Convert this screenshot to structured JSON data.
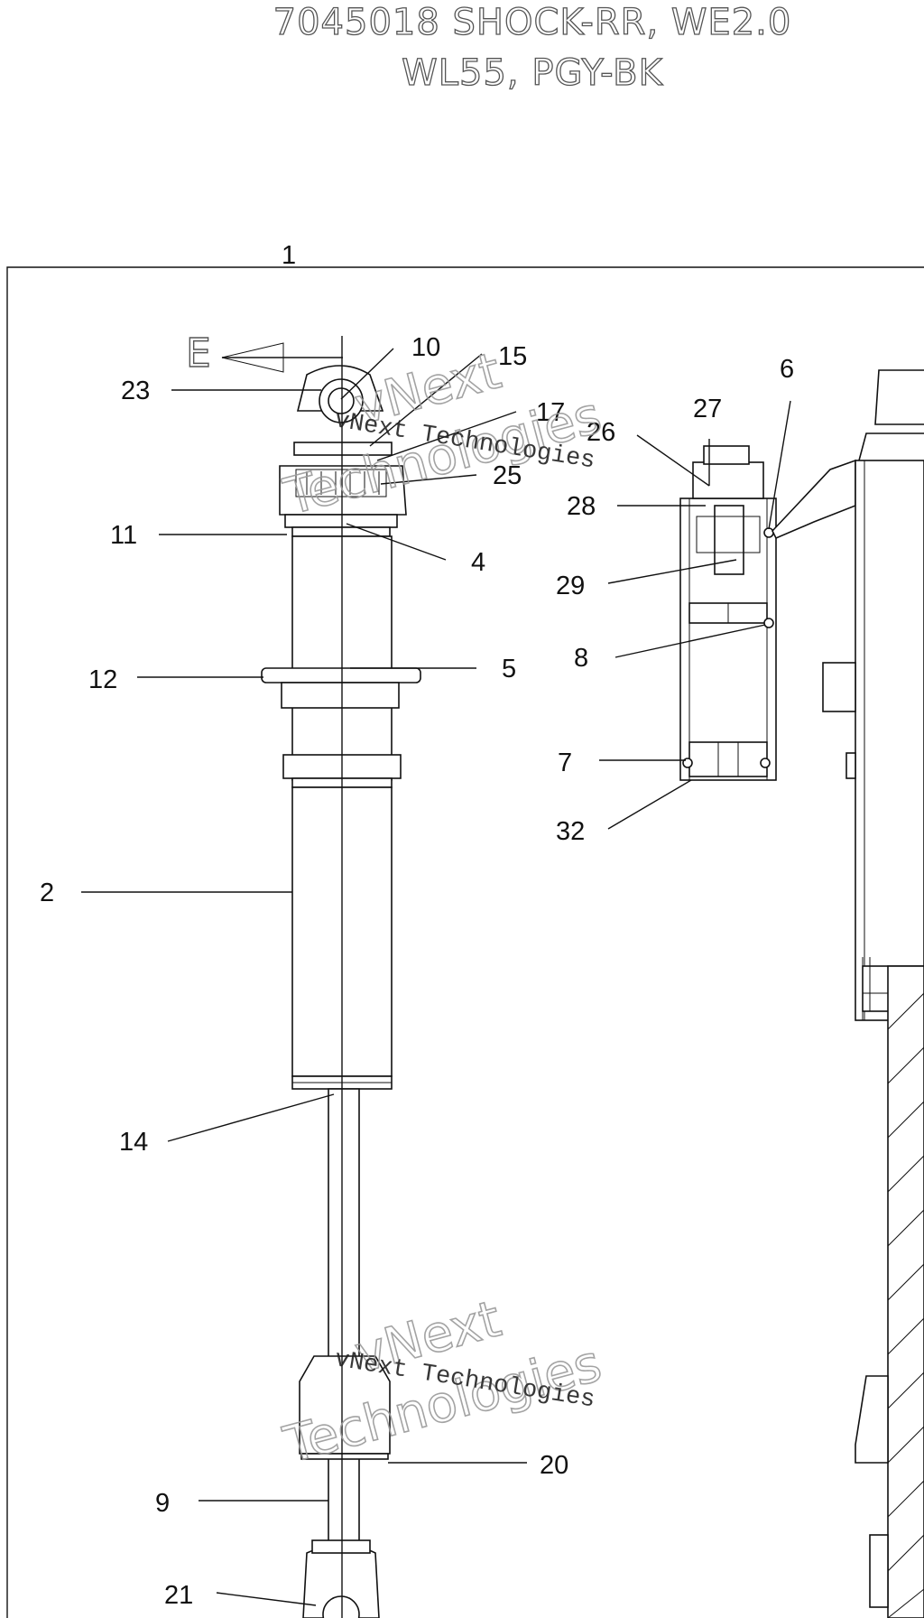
{
  "title": {
    "line1": "7045018 SHOCK-RR, WE2.0",
    "line2": "WL55, PGY-BK"
  },
  "view_label": "E",
  "watermark": {
    "serif": "vNext Technologies",
    "outline_line1": "vNext",
    "outline_line2": "Technologies"
  },
  "callouts": {
    "c1": "1",
    "c2": "2",
    "c4": "4",
    "c5": "5",
    "c6": "6",
    "c7": "7",
    "c8": "8",
    "c9": "9",
    "c10": "10",
    "c11": "11",
    "c12": "12",
    "c14": "14",
    "c15": "15",
    "c17": "17",
    "c20": "20",
    "c21": "21",
    "c23": "23",
    "c25": "25",
    "c26": "26",
    "c27": "27",
    "c28": "28",
    "c29": "29",
    "c32": "32"
  }
}
